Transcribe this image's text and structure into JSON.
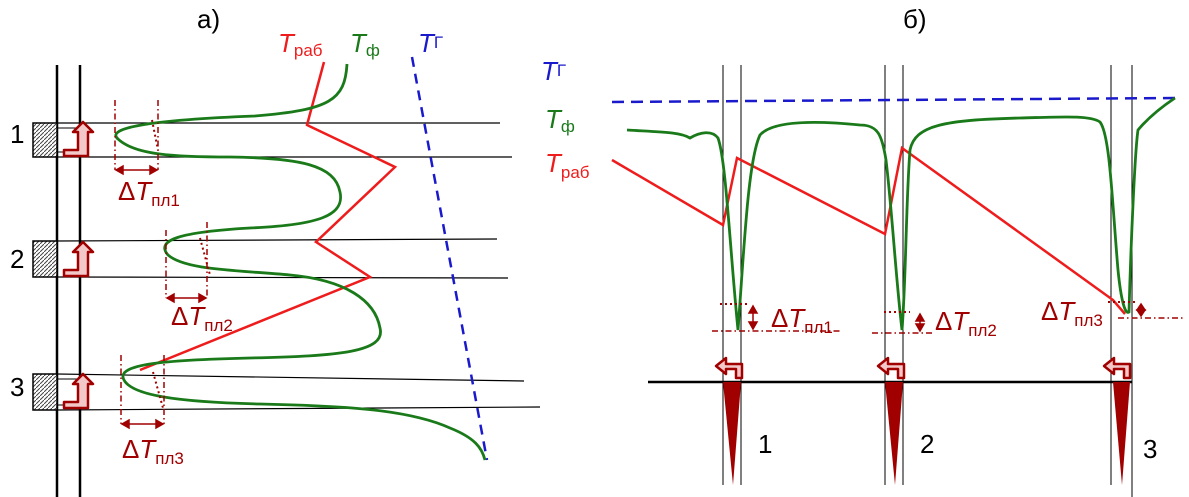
{
  "panels": {
    "a": {
      "label": "а)",
      "curve_labels": {
        "work": {
          "main": "T",
          "sub": "раб"
        },
        "phase": {
          "main": "T",
          "sub": "ф"
        },
        "gas": {
          "main": "T",
          "sub": "Г"
        }
      },
      "layer_numbers": [
        "1",
        "2",
        "3"
      ],
      "deltas": [
        {
          "prefix": "Δ",
          "main": "T",
          "sub": "пл1"
        },
        {
          "prefix": "Δ",
          "main": "T",
          "sub": "пл2"
        },
        {
          "prefix": "Δ",
          "main": "T",
          "sub": "пл3"
        }
      ]
    },
    "b": {
      "label": "б)",
      "curve_labels": {
        "gas": {
          "main": "T",
          "sub": "Г"
        },
        "phase": {
          "main": "T",
          "sub": "ф"
        },
        "work": {
          "main": "T",
          "sub": "раб"
        }
      },
      "well_numbers": [
        "1",
        "2",
        "3"
      ],
      "deltas": [
        {
          "prefix": "Δ",
          "main": "T",
          "sub": "пл1"
        },
        {
          "prefix": "Δ",
          "main": "T",
          "sub": "пл2"
        },
        {
          "prefix": "Δ",
          "main": "T",
          "sub": "пл3"
        }
      ]
    }
  },
  "colors": {
    "work": "#ee1c1c",
    "phase": "#1a7a1a",
    "gas": "#1a1acc",
    "delta": "#a00000",
    "arrow_fill": "#f2c8c8",
    "arrow_stroke": "#a00000",
    "well_fill": "#a00000",
    "lines": "#000000"
  }
}
